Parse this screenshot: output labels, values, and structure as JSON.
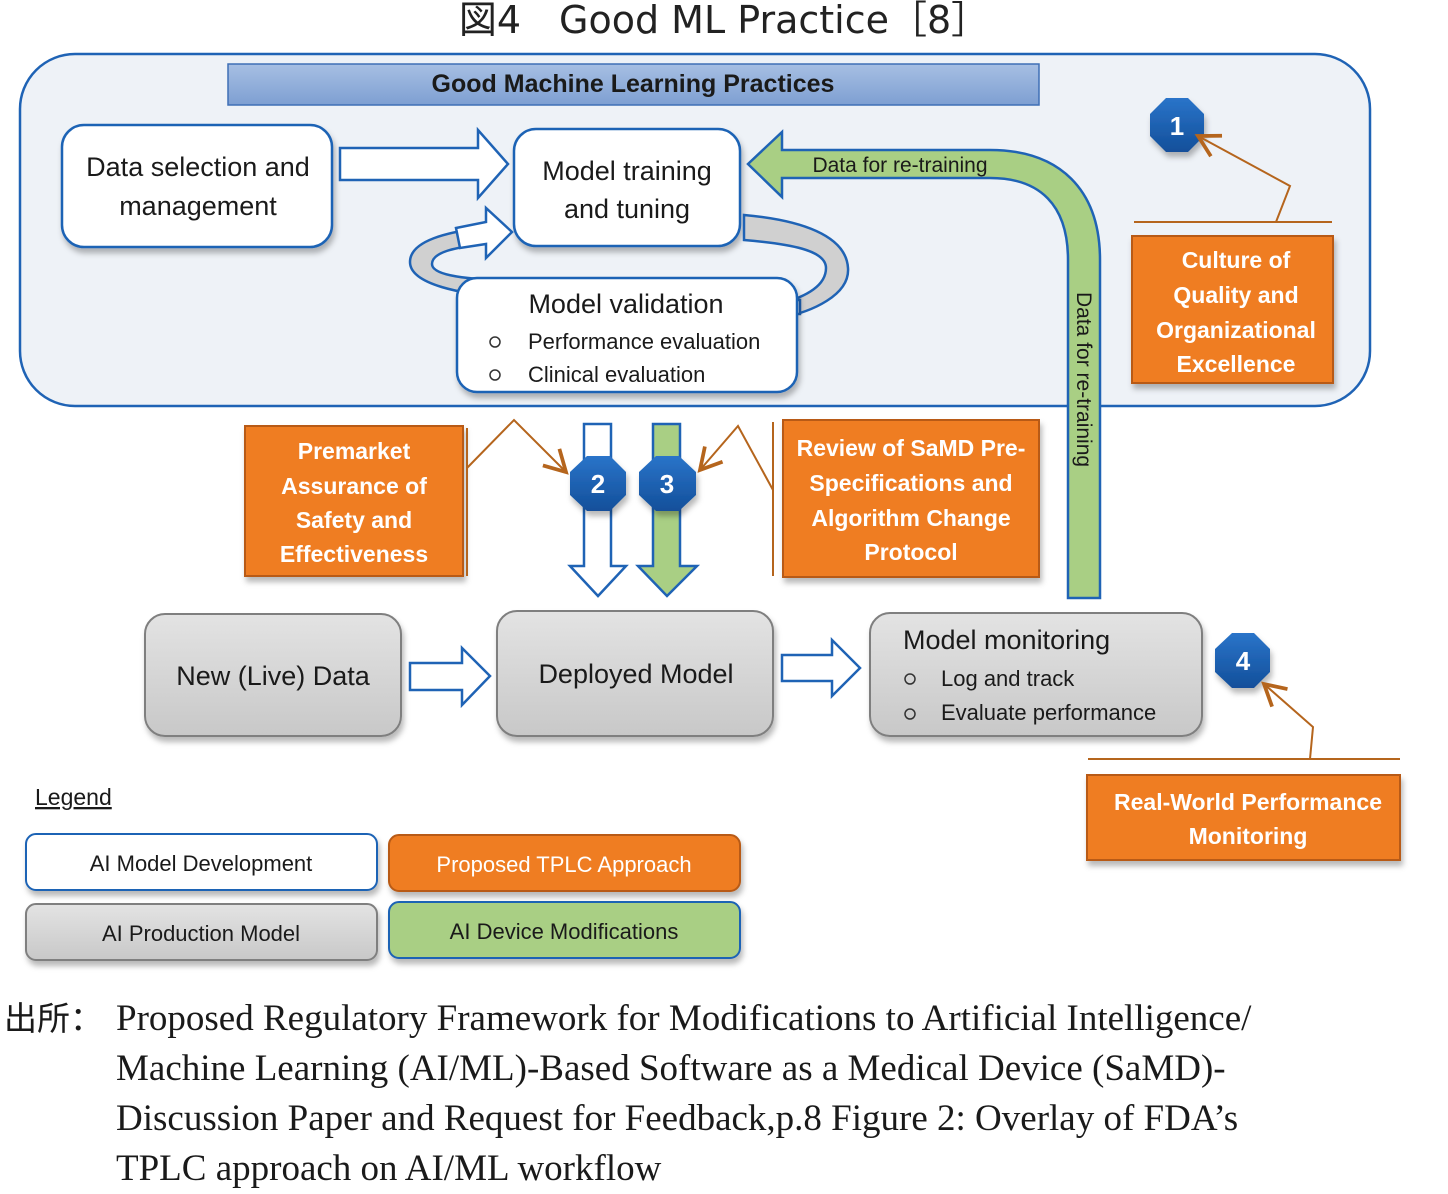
{
  "figure_title": "図4　Good ML Practice［8］",
  "gmlp_header": "Good Machine Learning Practices",
  "colors": {
    "blue_border": "#1f63b5",
    "container_fill": "#eef2f7",
    "header_fill": "#8aa8d6",
    "orange": "#ef7d22",
    "orange_border": "#b85a14",
    "green": "#a9cf84",
    "grey_box": "#d4d4d4",
    "badge_blue": "#1c5fb0",
    "callout_line": "#b5651d"
  },
  "boxes": {
    "data_selection": [
      "Data selection and",
      "management"
    ],
    "model_training": [
      "Model training",
      "and tuning"
    ],
    "model_validation": {
      "title": "Model validation",
      "items": [
        "Performance evaluation",
        "Clinical evaluation"
      ]
    },
    "new_live_data": "New (Live) Data",
    "deployed_model": "Deployed Model",
    "model_monitoring": {
      "title": "Model monitoring",
      "items": [
        "Log and track",
        "Evaluate performance"
      ]
    }
  },
  "arrows": {
    "retraining_horizontal": "Data for re-training",
    "retraining_vertical": "Data for re-training"
  },
  "callouts": {
    "culture": [
      "Culture of",
      "Quality and",
      "Organizational",
      "Excellence"
    ],
    "premarket": [
      "Premarket",
      "Assurance of",
      "Safety and",
      "Effectiveness"
    ],
    "review": [
      "Review of SaMD Pre-",
      "Specifications and",
      "Algorithm Change",
      "Protocol"
    ],
    "realworld": [
      "Real-World Performance",
      "Monitoring"
    ]
  },
  "badges": [
    "1",
    "2",
    "3",
    "4"
  ],
  "legend": {
    "title": "Legend",
    "items": [
      {
        "label": "AI Model Development",
        "kind": "development"
      },
      {
        "label": "Proposed TPLC Approach",
        "kind": "tplc"
      },
      {
        "label": "AI Production Model",
        "kind": "production"
      },
      {
        "label": "AI Device Modifications",
        "kind": "modifications"
      }
    ]
  },
  "source": {
    "prefix": "出所：",
    "lines": [
      "Proposed Regulatory Framework for Modifications to Artificial Intelligence/",
      "Machine Learning (AI/ML)-Based Software as a Medical Device (SaMD)-",
      "Discussion Paper and Request for Feedback,p.8 Figure 2: Overlay of FDA’s",
      "TPLC approach on AI/ML workflow"
    ]
  }
}
